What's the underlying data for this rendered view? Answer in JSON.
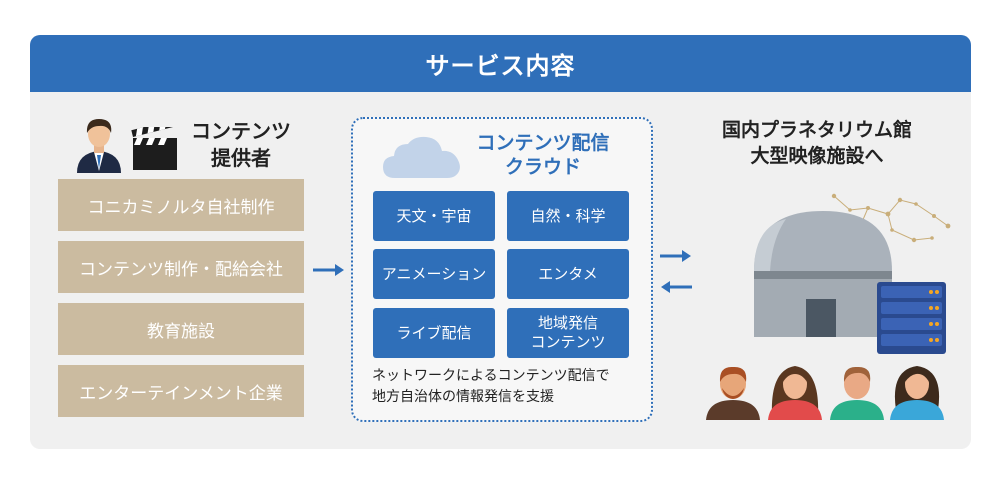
{
  "header": {
    "title": "サービス内容"
  },
  "provider": {
    "title_line1": "コンテンツ",
    "title_line2": "提供者",
    "items": [
      "コニカミノルタ自社制作",
      "コンテンツ制作・配給会社",
      "教育施設",
      "エンターテインメント企業"
    ]
  },
  "cloud": {
    "title_line1": "コンテンツ配信",
    "title_line2": "クラウド",
    "services": [
      "天文・宇宙",
      "自然・科学",
      "アニメーション",
      "エンタメ",
      "ライブ配信"
    ],
    "service_last_line1": "地域発信",
    "service_last_line2": "コンテンツ",
    "note_line1": "ネットワークによるコンテンツ配信で",
    "note_line2": "地方自治体の情報発信を支援"
  },
  "destination": {
    "title_line1": "国内プラネタリウム館",
    "title_line2": "大型映像施設へ"
  },
  "colors": {
    "brand_blue": "#2f6fb9",
    "provider_box": "#cbbba0",
    "panel_bg": "#f0f0f0"
  }
}
